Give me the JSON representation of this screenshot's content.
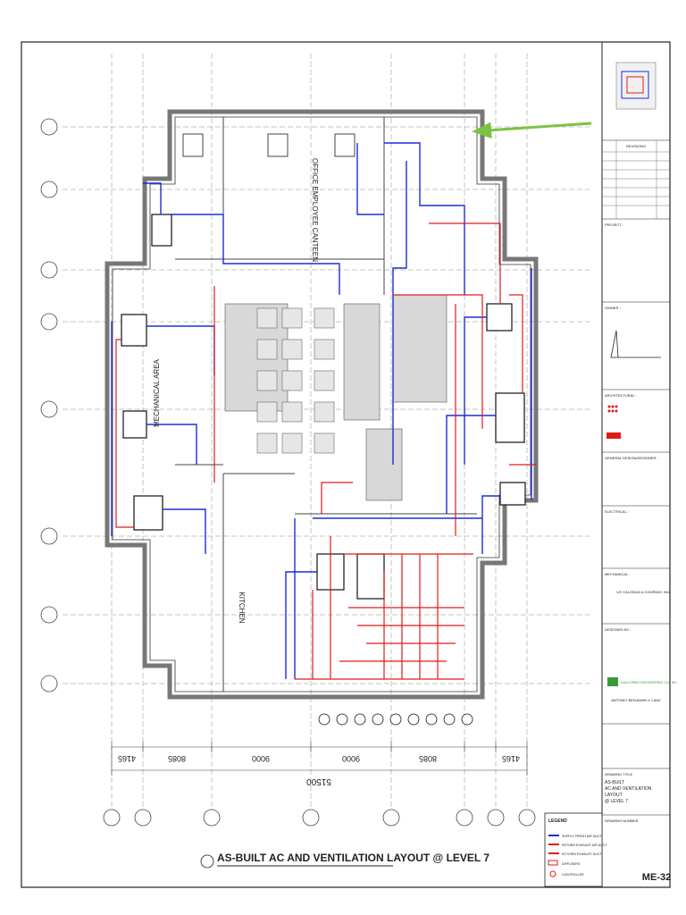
{
  "drawing": {
    "title": "AS-BUILT  AC AND VENTILATION LAYOUT @ LEVEL 7",
    "rooms": {
      "mechanical": "MECHANICAL AREA",
      "office": "OFFICE EMPLOYEE CANTEEN",
      "kitchen": "KITCHEN"
    },
    "dimensions": {
      "segments": [
        "4165",
        "8085",
        "9000",
        "9000",
        "8085",
        "4165"
      ],
      "total": "51500"
    }
  },
  "legend": {
    "title": "LEGEND",
    "items": [
      {
        "label": "SUPPLY FRESH AIR DUCT",
        "color": "#1a2fd6"
      },
      {
        "label": "RETURN EXHAUST AIR DUCT",
        "color": "#e01b1b"
      },
      {
        "label": "KITCHEN EXHAUST DUCT",
        "color": "#e01b1b"
      },
      {
        "label": "DIFFUSERS",
        "color": "#e01b1b"
      },
      {
        "label": "CONTROLLER",
        "color": "#e01b1b"
      }
    ]
  },
  "titleblock": {
    "revisions": "REVISIONS",
    "project": "PROJECT :",
    "owner": "OWNER :",
    "architect": "ARCHITECTURAL :",
    "general_designer": "GENERAL DESIGN/DESIGNER :",
    "electrical": "ELECTRICAL :",
    "mechanical": "MECHANICAL :",
    "engineer": "DESIGNED BY :",
    "company": "V.E CALONGA & COMPANY, INC.",
    "firm": "GUILLERMO ENGINEERING CO., INC.",
    "signatory": "ANTONIO BENJAMIN V. LANZ",
    "drawing_title_label": "DRAWING TITLE",
    "drawing_title": "AS-BUILT\nAC AND VENTILATION LAYOUT\n@ LEVEL 7",
    "drawing_number_label": "DRAWING NUMBER",
    "sheet": "ME-32"
  },
  "colors": {
    "supply": "#1a2fd6",
    "return": "#e01b1b",
    "linework": "#333333",
    "arrow": "#7dc242"
  }
}
